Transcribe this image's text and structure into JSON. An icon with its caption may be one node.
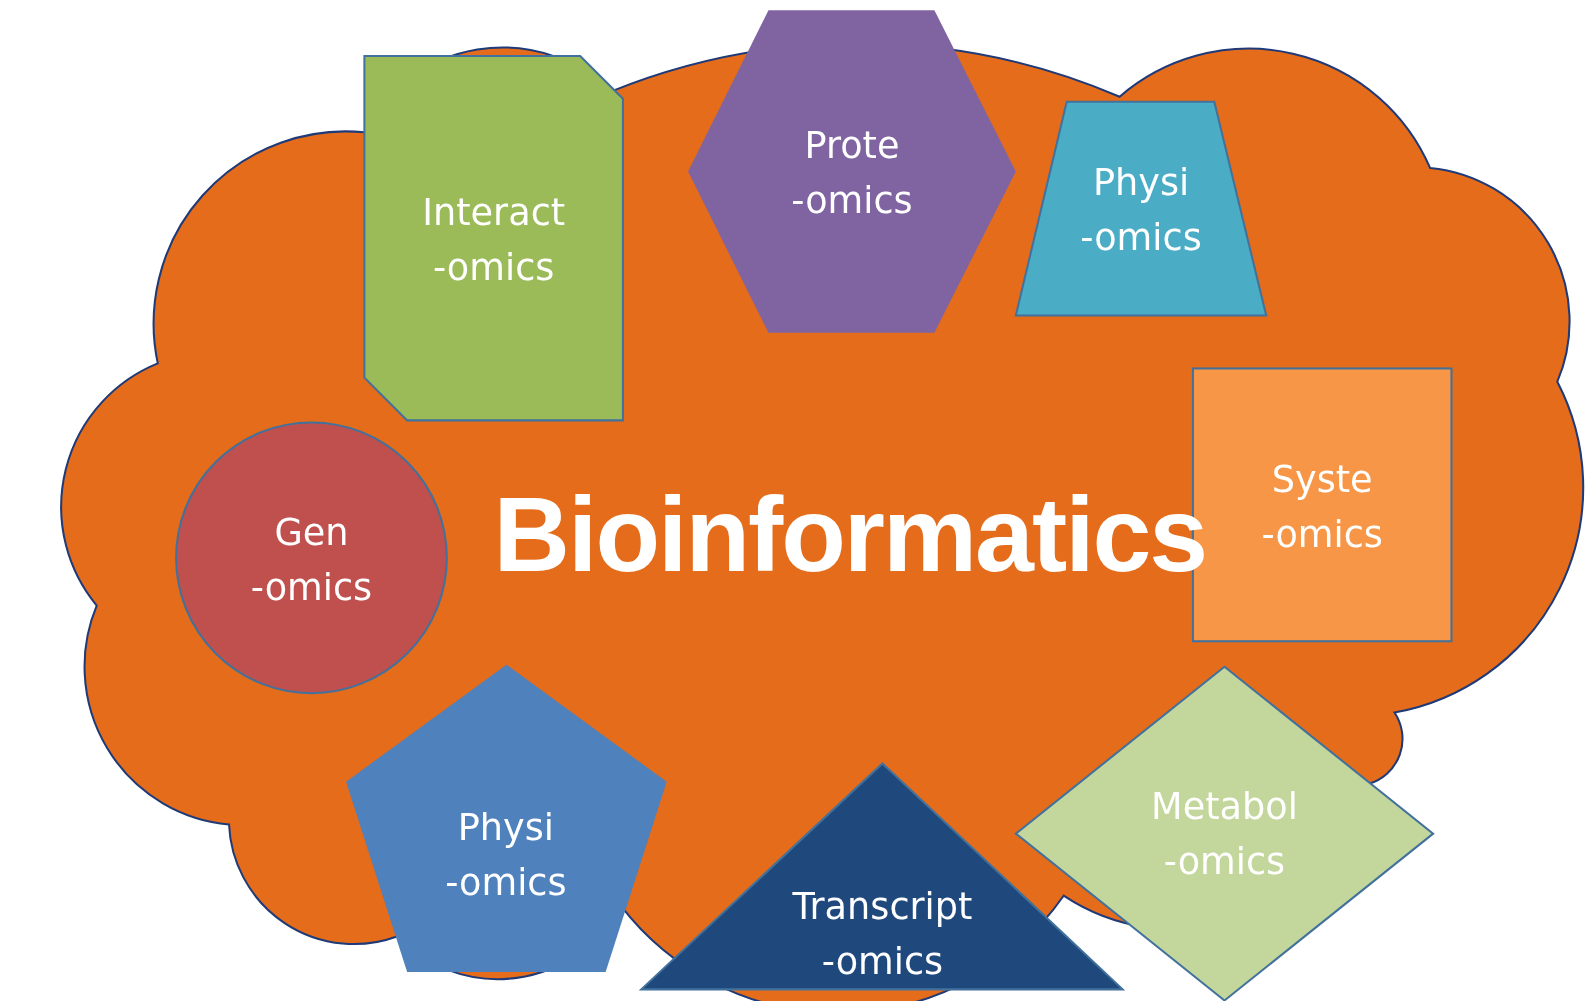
{
  "diagram": {
    "nodes": [
      {
        "text": [
          "Bioinformatics"
        ]
      },
      {
        "text": [
          "Interact -omics"
        ],
        "in": 0
      },
      {
        "text": [
          "Prote -omics"
        ]
      },
      {
        "text": [
          "Physi -omics"
        ],
        "in": 0
      },
      {
        "text": [
          "Gen -omics"
        ],
        "in": 0
      },
      {
        "text": [
          "Syste -omics"
        ],
        "in": 0
      },
      {
        "text": [
          "Physi -omics"
        ],
        "in": 0
      },
      {
        "text": [
          "Transcript -omics"
        ],
        "in": 0
      },
      {
        "text": [
          "Metabol -omics"
        ],
        "in": 0
      }
    ],
    "edges": []
  }
}
